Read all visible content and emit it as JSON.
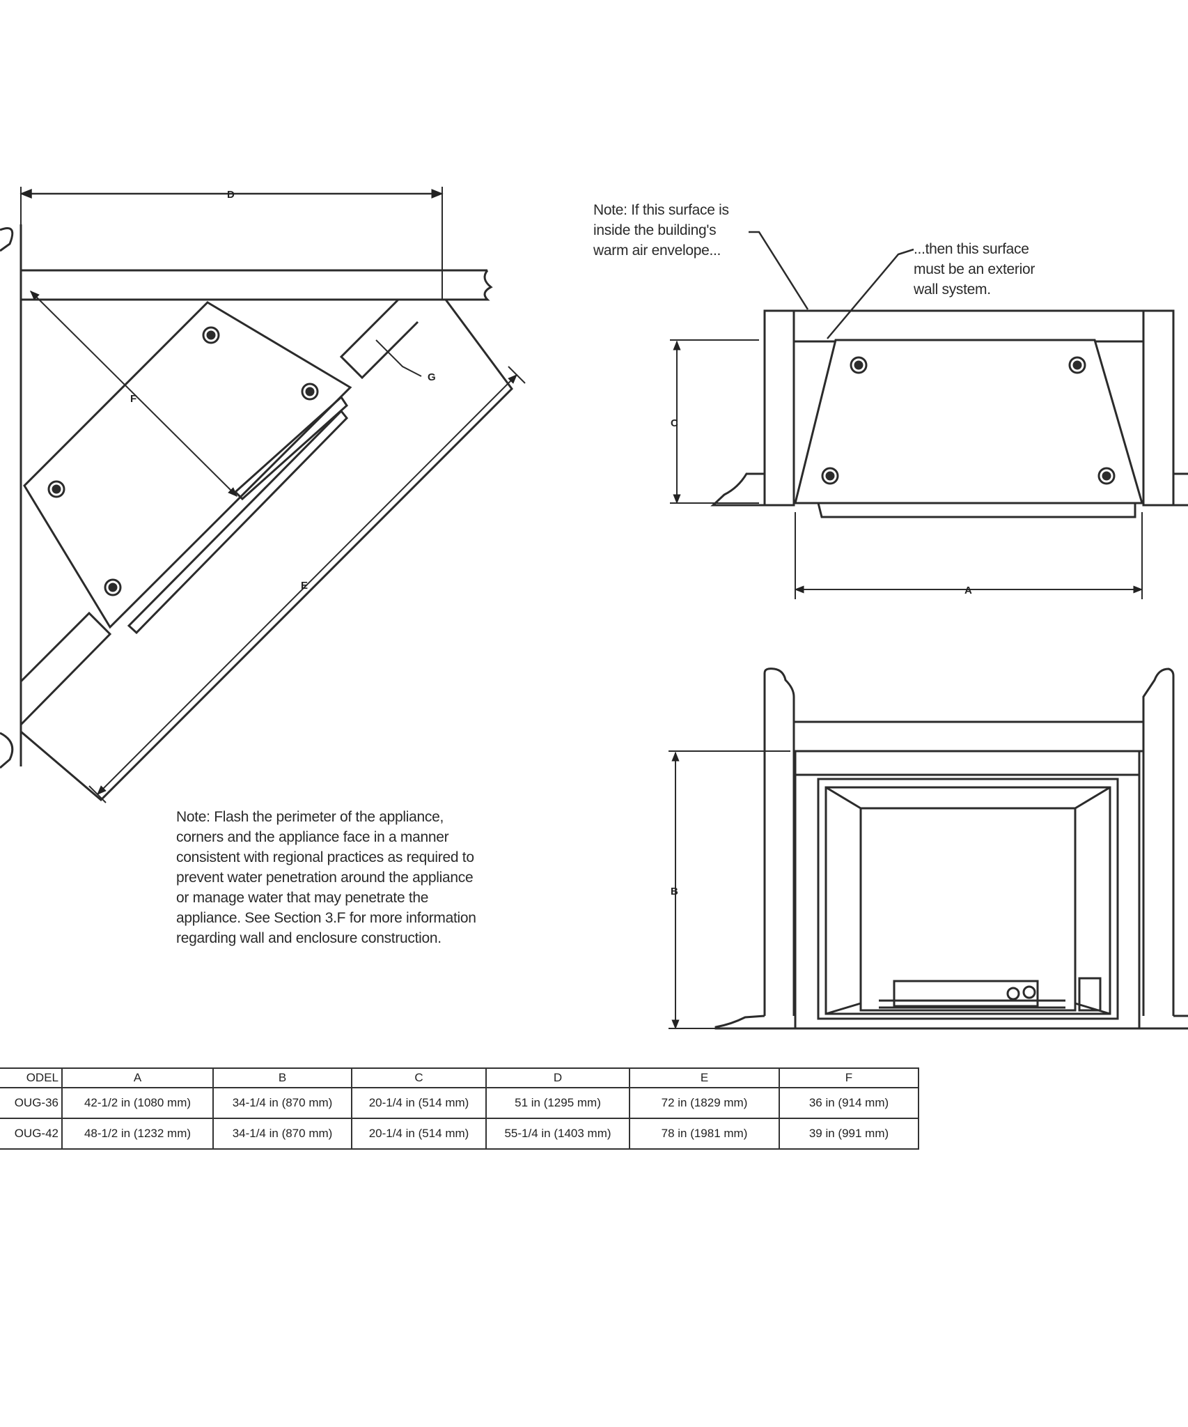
{
  "notes": {
    "warm_air_envelope": "Note:  If this surface is\ninside the building's\nwarm air envelope...",
    "exterior_wall": "...then this surface\nmust be an exterior\nwall system.",
    "flashing": "Note:  Flash the perimeter of the appliance,\ncorners and the appliance face in a manner\nconsistent with regional practices as required to\nprevent water penetration around the appliance\nor manage water that may penetrate the\nappliance.  See Section 3.F for more information\nregarding wall and enclosure construction."
  },
  "dimension_labels": {
    "a": "A",
    "b": "B",
    "c": "C",
    "d": "D",
    "e": "E",
    "f": "F",
    "g": "G"
  },
  "table": {
    "headers": [
      "ODEL",
      "A",
      "B",
      "C",
      "D",
      "E",
      "F"
    ],
    "rows": [
      [
        "OUG-36",
        "42-1/2 in (1080 mm)",
        "34-1/4 in (870 mm)",
        "20-1/4 in (514 mm)",
        "51 in (1295 mm)",
        "72 in (1829 mm)",
        "36 in (914 mm)"
      ],
      [
        "OUG-42",
        "48-1/2 in (1232 mm)",
        "34-1/4 in (870 mm)",
        "20-1/4 in (514 mm)",
        "55-1/4 in (1403 mm)",
        "78 in (1981 mm)",
        "39 in (991 mm)"
      ]
    ]
  }
}
